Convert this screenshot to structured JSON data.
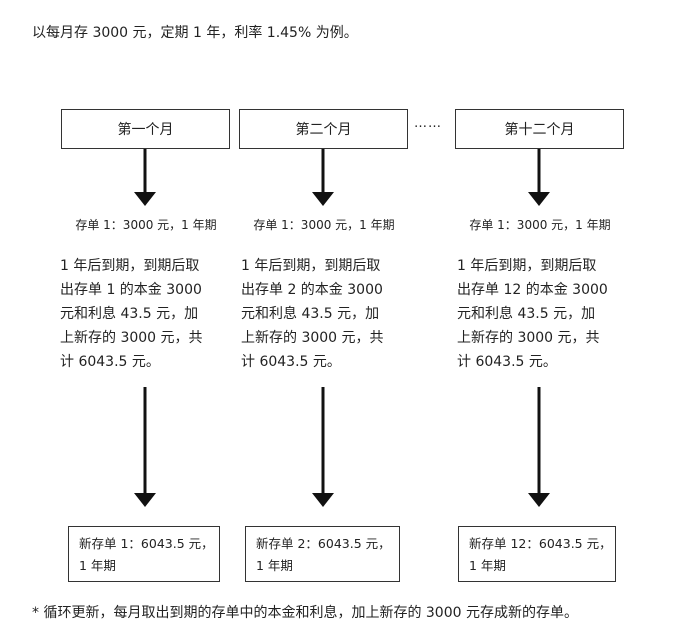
{
  "intro": "以每月存 3000 元，定期 1 年，利率 1.45% 为例。",
  "ellipsis": "……",
  "columns": [
    {
      "month": "第一个月",
      "deposit": "存单 1：3000 元，1 年期",
      "desc_lines": [
        "1 年后到期，到期后取",
        "出存单 1 的本金 3000",
        "元和利息 43.5 元，加",
        "上新存的 3000 元，共",
        "计 6043.5 元。"
      ],
      "result_lines": [
        "新存单 1：6043.5 元，",
        "1 年期"
      ]
    },
    {
      "month": "第二个月",
      "deposit": "存单 1：3000 元，1 年期",
      "desc_lines": [
        "1 年后到期，到期后取",
        "出存单 2 的本金 3000",
        "元和利息 43.5 元，加",
        "上新存的 3000 元，共",
        "计 6043.5 元。"
      ],
      "result_lines": [
        "新存单 2：6043.5 元，",
        "1 年期"
      ]
    },
    {
      "month": "第十二个月",
      "deposit": "存单 1：3000 元，1 年期",
      "desc_lines": [
        "1 年后到期，到期后取",
        "出存单 12 的本金 3000",
        "元和利息 43.5 元，加",
        "上新存的 3000 元，共",
        "计 6043.5 元。"
      ],
      "result_lines": [
        "新存单 12：6043.5 元，",
        "1 年期"
      ]
    }
  ],
  "footnote": "* 循环更新，每月取出到期的存单中的本金和利息，加上新存的 3000 元存成新的存单。"
}
